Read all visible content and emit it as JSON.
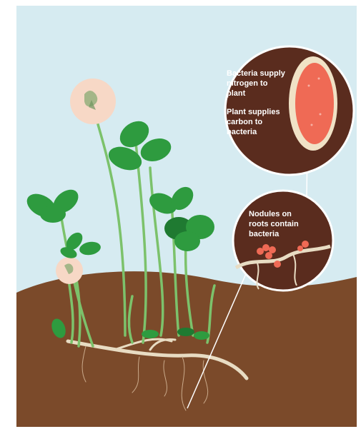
{
  "callouts": {
    "bacteria_supply": [
      "Bacteria supply",
      "nitrogen to",
      "plant"
    ],
    "plant_supplies": [
      "Plant supplies",
      "carbon to",
      "bacteria"
    ],
    "nodules": [
      "Nodules on",
      "roots contain",
      "bacteria"
    ]
  },
  "colors": {
    "sky": "#d6ebf1",
    "soil": "#7b4a2a",
    "callout_bg": "#5a2c1e",
    "callout_ring": "#ffffff",
    "nodule": "#ef6a55",
    "leaf": "#2e9b3f",
    "leaf_dark": "#1f7a31",
    "stem": "#7cc26b",
    "flower": "#f7d8c6",
    "root": "#e8dcc3"
  }
}
